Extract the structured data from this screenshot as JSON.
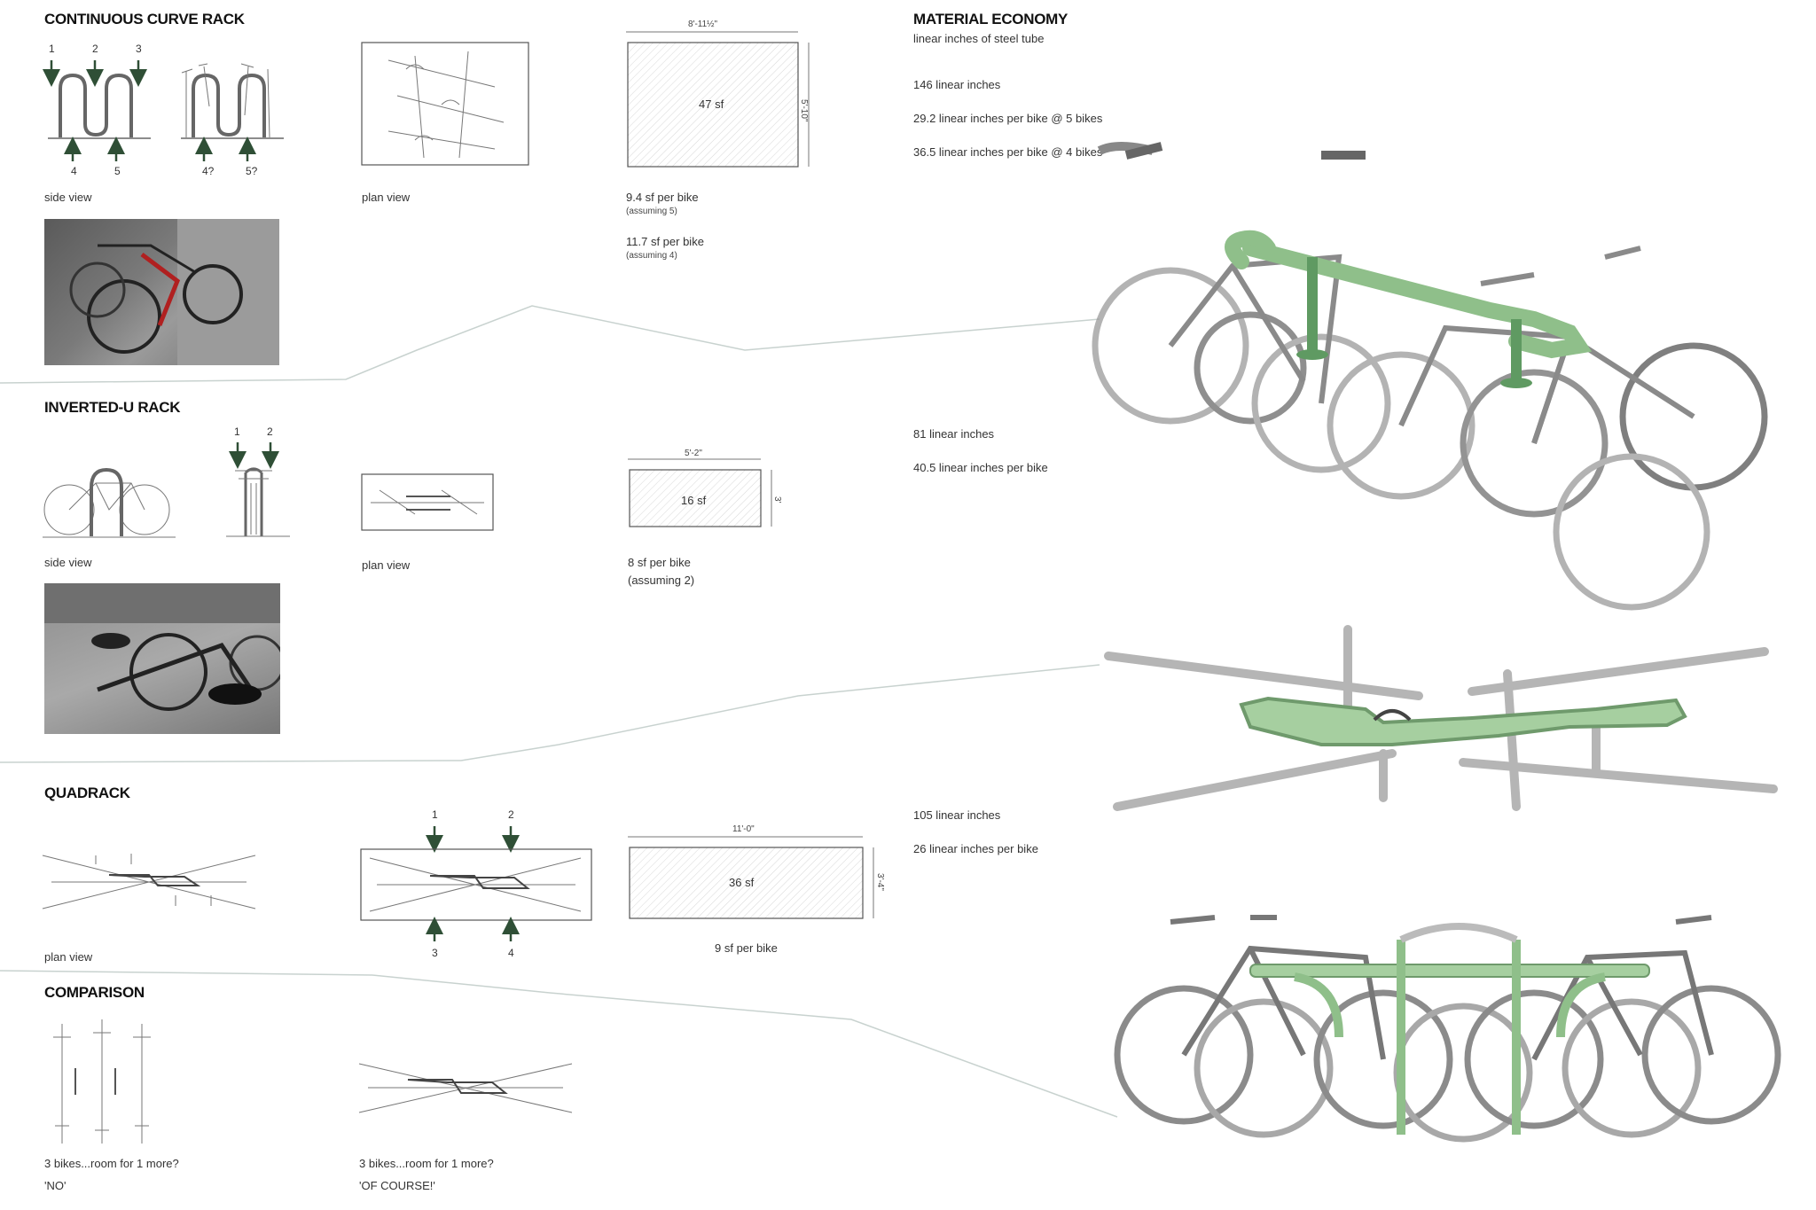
{
  "sections": {
    "continuous": {
      "title": "CONTINUOUS CURVE RACK",
      "markers_top": [
        "1",
        "2",
        "3"
      ],
      "markers_bottom": [
        "4",
        "5"
      ],
      "markers_bottom_q": [
        "4?",
        "5?"
      ],
      "side_view_label": "side view",
      "plan_view_label": "plan view",
      "dim_width": "8'-11½\"",
      "dim_height": "5'-10\"",
      "area": "47 sf",
      "per_bike_1": "9.4 sf per bike",
      "assume_1": "(assuming 5)",
      "per_bike_2": "11.7 sf per bike",
      "assume_2": "(assuming 4)"
    },
    "inverted_u": {
      "title": "INVERTED-U RACK",
      "markers_top": [
        "1",
        "2"
      ],
      "side_view_label": "side view",
      "plan_view_label": "plan view",
      "dim_width": "5'-2\"",
      "dim_height": "3'",
      "area": "16 sf",
      "per_bike": "8 sf per bike",
      "assume": "(assuming 2)"
    },
    "quadrack": {
      "title": "QUADRACK",
      "markers_top": [
        "1",
        "2"
      ],
      "markers_bottom": [
        "3",
        "4"
      ],
      "plan_view_label": "plan view",
      "dim_width": "11'-0\"",
      "dim_height": "3'-4\"",
      "area": "36 sf",
      "per_bike": "9 sf per bike"
    },
    "comparison": {
      "title": "COMPARISON",
      "left_caption": "3 bikes...room for 1 more?",
      "left_answer": "'NO'",
      "right_caption": "3 bikes...room for 1 more?",
      "right_answer": "'OF COURSE!'"
    }
  },
  "material_economy": {
    "title": "MATERIAL ECONOMY",
    "subtitle": "linear inches of steel tube",
    "continuous": [
      "146 linear inches",
      "29.2 linear inches per bike @ 5 bikes",
      "36.5 linear inches per bike @ 4 bikes"
    ],
    "inverted_u": [
      "81 linear inches",
      "40.5 linear inches per bike"
    ],
    "quadrack": [
      "105 linear inches",
      "26 linear inches per bike"
    ]
  },
  "colors": {
    "rack_green": "#8fbf8a",
    "rack_dark_green": "#4f7f52",
    "arrow_green": "#2f4f36",
    "bike_gray": "#8a8a8a",
    "bike_light": "#bdbdbd"
  }
}
